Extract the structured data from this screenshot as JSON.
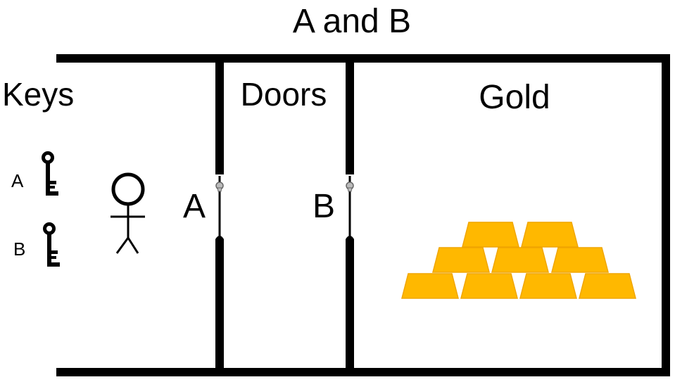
{
  "title": "A and B",
  "rooms": {
    "keys": "Keys",
    "doors": "Doors",
    "gold": "Gold"
  },
  "keys": [
    {
      "label": "A"
    },
    {
      "label": "B"
    }
  ],
  "doors": [
    {
      "label": "A"
    },
    {
      "label": "B"
    }
  ],
  "colors": {
    "wall": "#000000",
    "gold_fill": "#FFB800",
    "gold_edge": "#F0A500",
    "lock": "#BBBBBB"
  },
  "icons": {
    "person": "stick-figure-icon",
    "key": "key-icon",
    "lock": "keyhole-icon",
    "gold": "gold-bar-icon"
  }
}
